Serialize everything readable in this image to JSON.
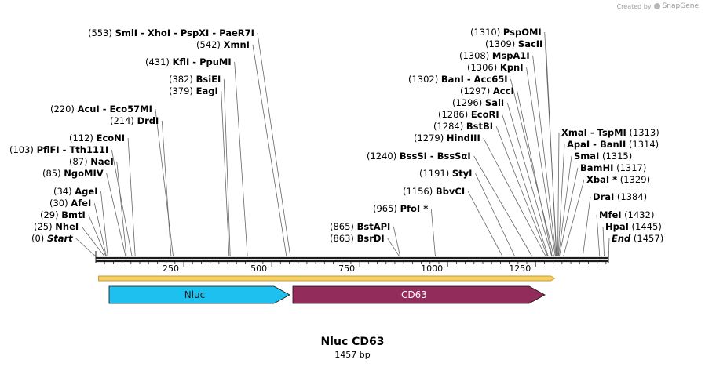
{
  "watermark": {
    "prefix": "Created by",
    "brand": "SnapGene"
  },
  "title": "Nluc CD63",
  "length_label": "1457 bp",
  "sites": [
    {
      "pos": "(553)",
      "names": [
        "SmlI",
        "XhoI",
        "PspXI",
        "PaeR7I"
      ]
    },
    {
      "pos": "(542)",
      "names": [
        "XmnI"
      ]
    },
    {
      "pos": "(431)",
      "names": [
        "KflI",
        "PpuMI"
      ]
    },
    {
      "pos": "(382)",
      "names": [
        "BsiEI"
      ]
    },
    {
      "pos": "(379)",
      "names": [
        "EagI"
      ]
    },
    {
      "pos": "(220)",
      "names": [
        "AcuI",
        "Eco57MI"
      ]
    },
    {
      "pos": "(214)",
      "names": [
        "DrdI"
      ]
    },
    {
      "pos": "(112)",
      "names": [
        "EcoNI"
      ]
    },
    {
      "pos": "(103)",
      "names": [
        "PflFI",
        "Tth111I"
      ]
    },
    {
      "pos": "(87)",
      "names": [
        "NaeI"
      ]
    },
    {
      "pos": "(85)",
      "names": [
        "NgoMIV"
      ]
    },
    {
      "pos": "(34)",
      "names": [
        "AgeI"
      ]
    },
    {
      "pos": "(30)",
      "names": [
        "AfeI"
      ]
    },
    {
      "pos": "(29)",
      "names": [
        "BmtI"
      ]
    },
    {
      "pos": "(25)",
      "names": [
        "NheI"
      ]
    },
    {
      "pos": "(0)",
      "names": [
        "Start"
      ]
    },
    {
      "pos": "(865)",
      "names": [
        "BstAPI"
      ]
    },
    {
      "pos": "(863)",
      "names": [
        "BsrDI"
      ]
    },
    {
      "pos": "(965)",
      "names": [
        "PfoI *"
      ]
    },
    {
      "pos": "(1156)",
      "names": [
        "BbvCI"
      ]
    },
    {
      "pos": "(1191)",
      "names": [
        "StyI"
      ]
    },
    {
      "pos": "(1240)",
      "names": [
        "BssSI",
        "BssSαI"
      ]
    },
    {
      "pos": "(1279)",
      "names": [
        "HindIII"
      ]
    },
    {
      "pos": "(1284)",
      "names": [
        "BstBI"
      ]
    },
    {
      "pos": "(1286)",
      "names": [
        "EcoRI"
      ]
    },
    {
      "pos": "(1296)",
      "names": [
        "SalI"
      ]
    },
    {
      "pos": "(1297)",
      "names": [
        "AccI"
      ]
    },
    {
      "pos": "(1302)",
      "names": [
        "BanI",
        "Acc65I"
      ]
    },
    {
      "pos": "(1306)",
      "names": [
        "KpnI"
      ]
    },
    {
      "pos": "(1308)",
      "names": [
        "MspA1I"
      ]
    },
    {
      "pos": "(1309)",
      "names": [
        "SacII"
      ]
    },
    {
      "pos": "(1310)",
      "names": [
        "PspOMI"
      ]
    },
    {
      "pos": "(1313)",
      "names": [
        "XmaI",
        "TspMI"
      ]
    },
    {
      "pos": "(1314)",
      "names": [
        "ApaI",
        "BanII"
      ]
    },
    {
      "pos": "(1315)",
      "names": [
        "SmaI"
      ]
    },
    {
      "pos": "(1317)",
      "names": [
        "BamHI"
      ]
    },
    {
      "pos": "(1329)",
      "names": [
        "XbaI *"
      ]
    },
    {
      "pos": "(1384)",
      "names": [
        "DraI"
      ]
    },
    {
      "pos": "(1432)",
      "names": [
        "MfeI"
      ]
    },
    {
      "pos": "(1445)",
      "names": [
        "HpaI"
      ]
    },
    {
      "pos": "(1457)",
      "names": [
        "End"
      ]
    }
  ],
  "ticks": [
    "250",
    "500",
    "750",
    "1000",
    "1250"
  ],
  "features": [
    {
      "name": "Nluc",
      "color": "#1ec0f0",
      "text_color": "#1a1a1a"
    },
    {
      "name": "CD63",
      "color": "#922c5a",
      "text_color": "#ffffff"
    }
  ],
  "colors": {
    "orf_fill": "#f5d060",
    "orf_border": "#c89a3a",
    "backbone": "#1a1a1a",
    "leader": "#666666"
  }
}
